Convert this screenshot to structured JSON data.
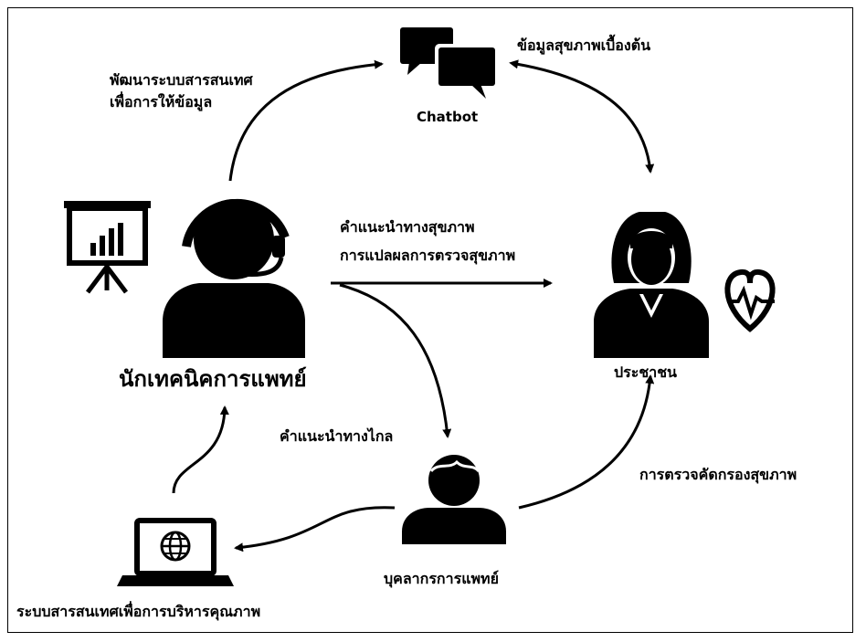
{
  "nodes": {
    "chatbot": "Chatbot",
    "technologist": "นักเทคนิคการแพทย์",
    "public": "ประชาชน",
    "personnel": "บุคลากรการแพทย์",
    "quality_system": "ระบบสารสนเทศเพื่อการบริหารคุณภาพ"
  },
  "edges": {
    "tech_to_chatbot_line1": "พัฒนาระบบสารสนเทศ",
    "tech_to_chatbot_line2": "เพื่อการให้ข้อมูล",
    "chatbot_public": "ข้อมูลสุขภาพเบื้องต้น",
    "tech_to_public_line1": "คำแนะนำทางสุขภาพ",
    "tech_to_public_line2": "การแปลผลการตรวจสุขภาพ",
    "tech_to_personnel": "คำแนะนำทางไกล",
    "personnel_to_public": "การตรวจคัดกรองสุขภาพ"
  },
  "icons": {
    "presentation": "presentation-board-icon",
    "technologist": "headset-person-icon",
    "chatbot": "chat-bubbles-icon",
    "public": "woman-icon",
    "heart": "heartbeat-icon",
    "personnel": "person-icon",
    "laptop": "laptop-globe-icon"
  },
  "colors": {
    "ink": "#000000",
    "background": "#ffffff"
  }
}
